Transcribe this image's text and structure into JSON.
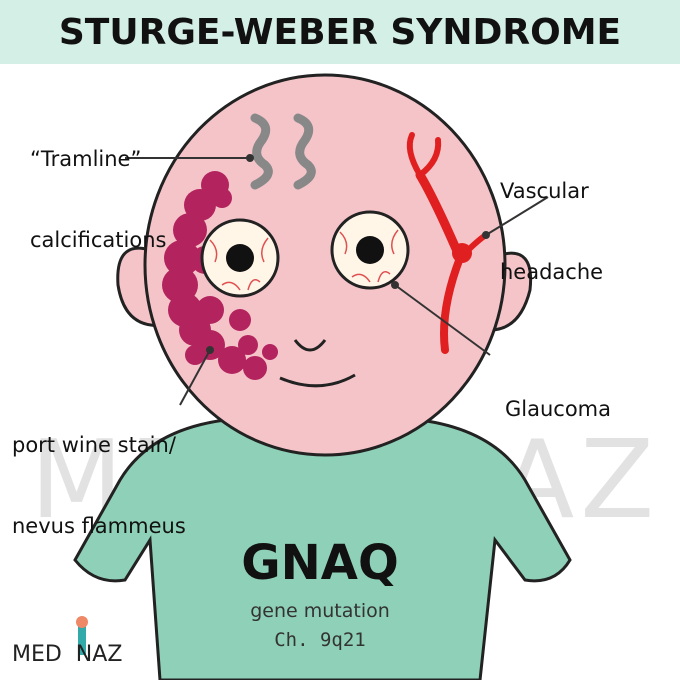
{
  "title": "STURGE-WEBER SYNDROME",
  "labels": {
    "tramline": [
      "“Tramline”",
      "calcifications"
    ],
    "headache": [
      "Vascular",
      "headache"
    ],
    "glaucoma": [
      "Glaucoma"
    ],
    "port_wine": [
      "port wine stain/",
      "nevus flammeus"
    ]
  },
  "shirt": {
    "gene": "GNAQ",
    "mutation": "gene mutation",
    "chromosome": "Ch. 9q21"
  },
  "watermark": "MED   NAZ",
  "brand": "MED  NAZ",
  "colors": {
    "banner": "#d4efe6",
    "skin": "#f5c4c8",
    "stain": "#b3245f",
    "vessel": "#e02020",
    "shirt": "#8fd0b8"
  }
}
